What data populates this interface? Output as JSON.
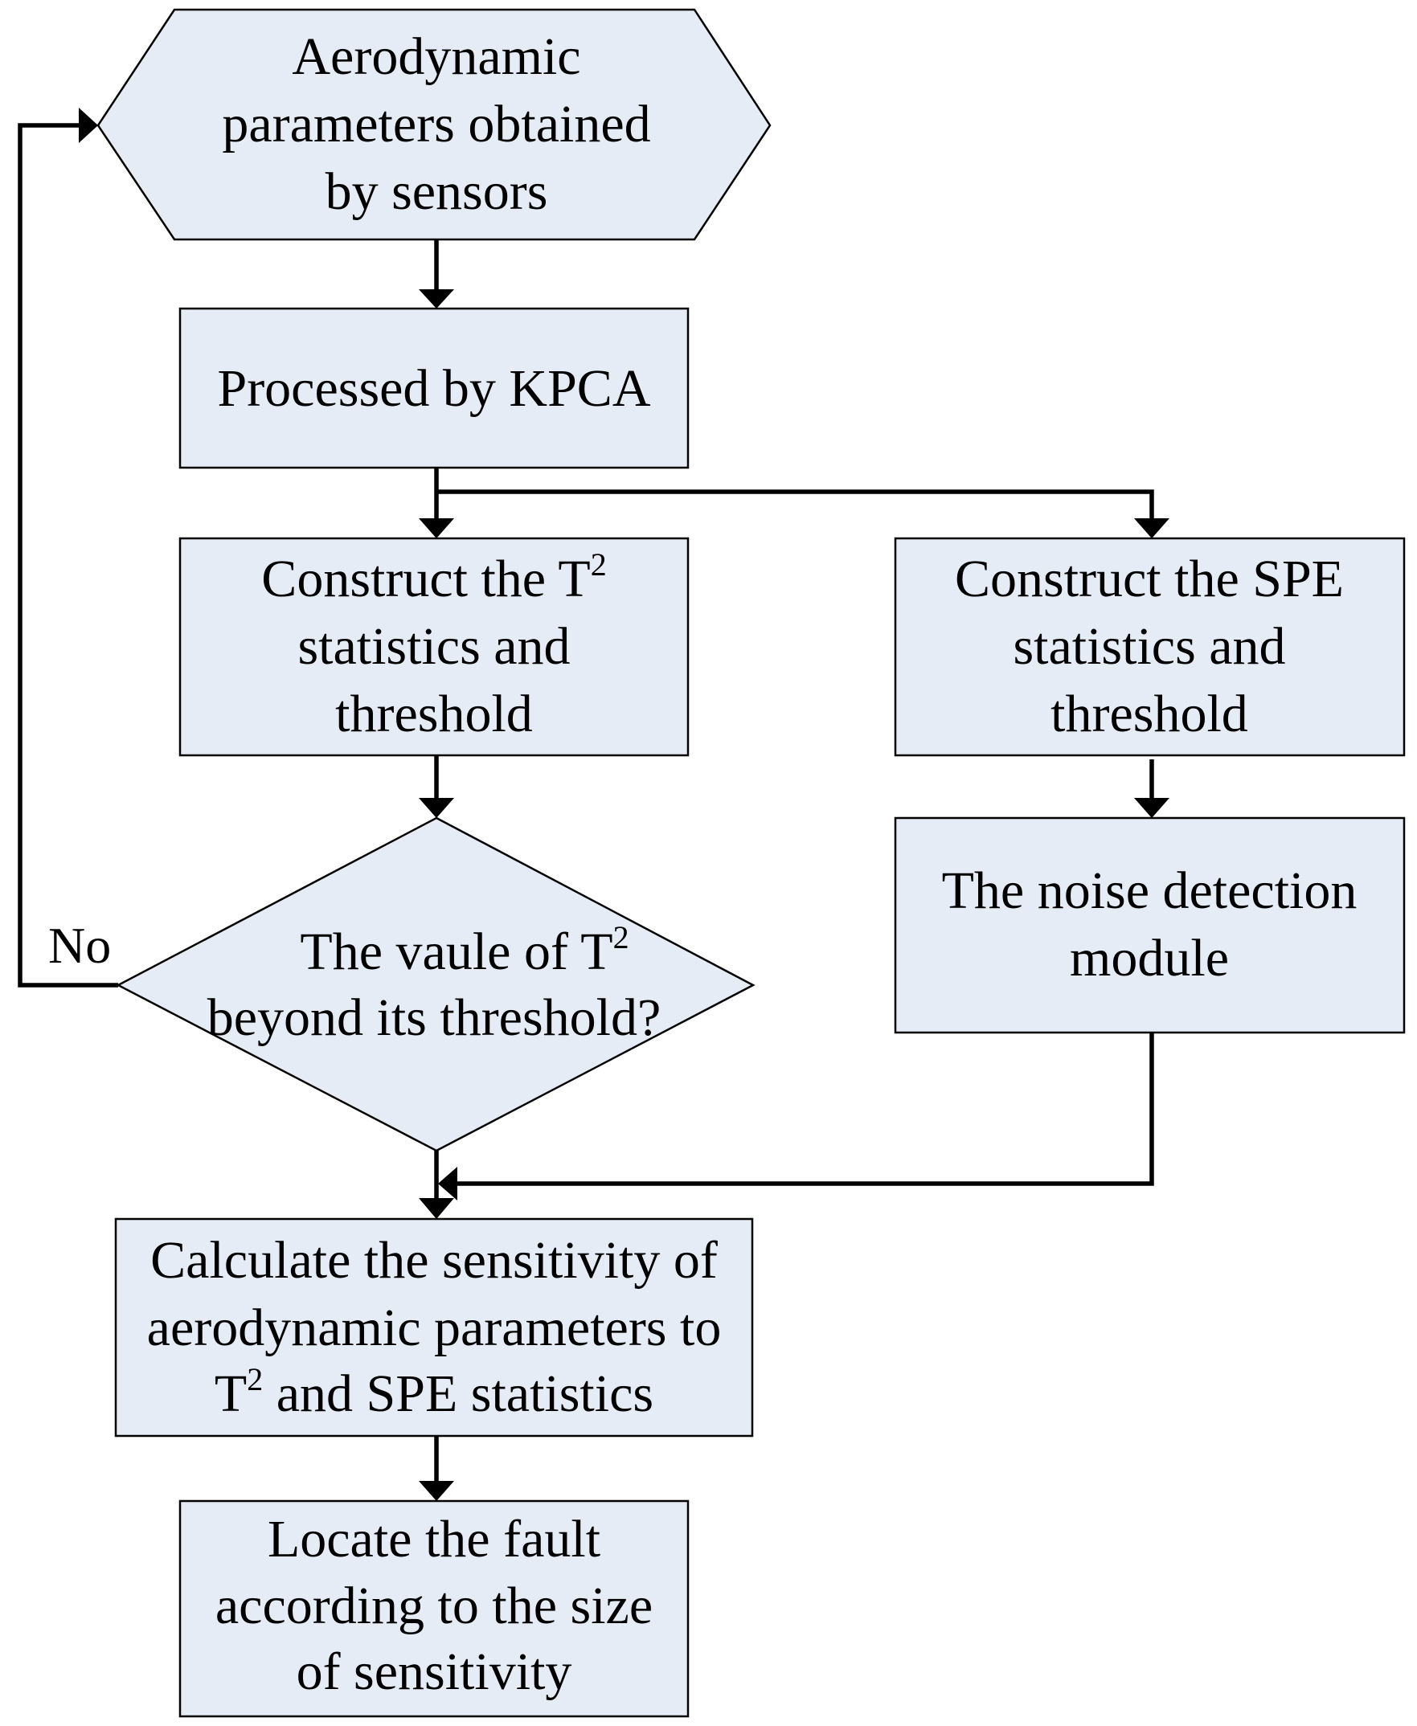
{
  "nodes": {
    "start": {
      "lines": [
        "Aerodynamic",
        "parameters obtained",
        "by sensors"
      ]
    },
    "kpca": {
      "lines": [
        "Processed by KPCA"
      ]
    },
    "t2": {
      "line1_a": "Construct the T",
      "line1_sup": "2",
      "line2": "statistics and",
      "line3": "threshold"
    },
    "spe": {
      "lines": [
        "Construct the SPE",
        "statistics and",
        "threshold"
      ]
    },
    "noise": {
      "lines": [
        "The noise detection",
        "module"
      ]
    },
    "decision": {
      "line1_a": "The vaule of T",
      "line1_sup": "2",
      "line2": "beyond its threshold?"
    },
    "calc": {
      "line1": "Calculate the sensitivity of",
      "line2": "aerodynamic parameters to",
      "line3_a": "T",
      "line3_sup": "2",
      "line3_b": " and SPE statistics"
    },
    "locate": {
      "lines": [
        "Locate the fault",
        "according to the size",
        "of sensitivity"
      ]
    }
  },
  "edges": {
    "no_label": "No"
  },
  "colors": {
    "box_fill": "#e6ecf6",
    "stroke": "#000000"
  }
}
